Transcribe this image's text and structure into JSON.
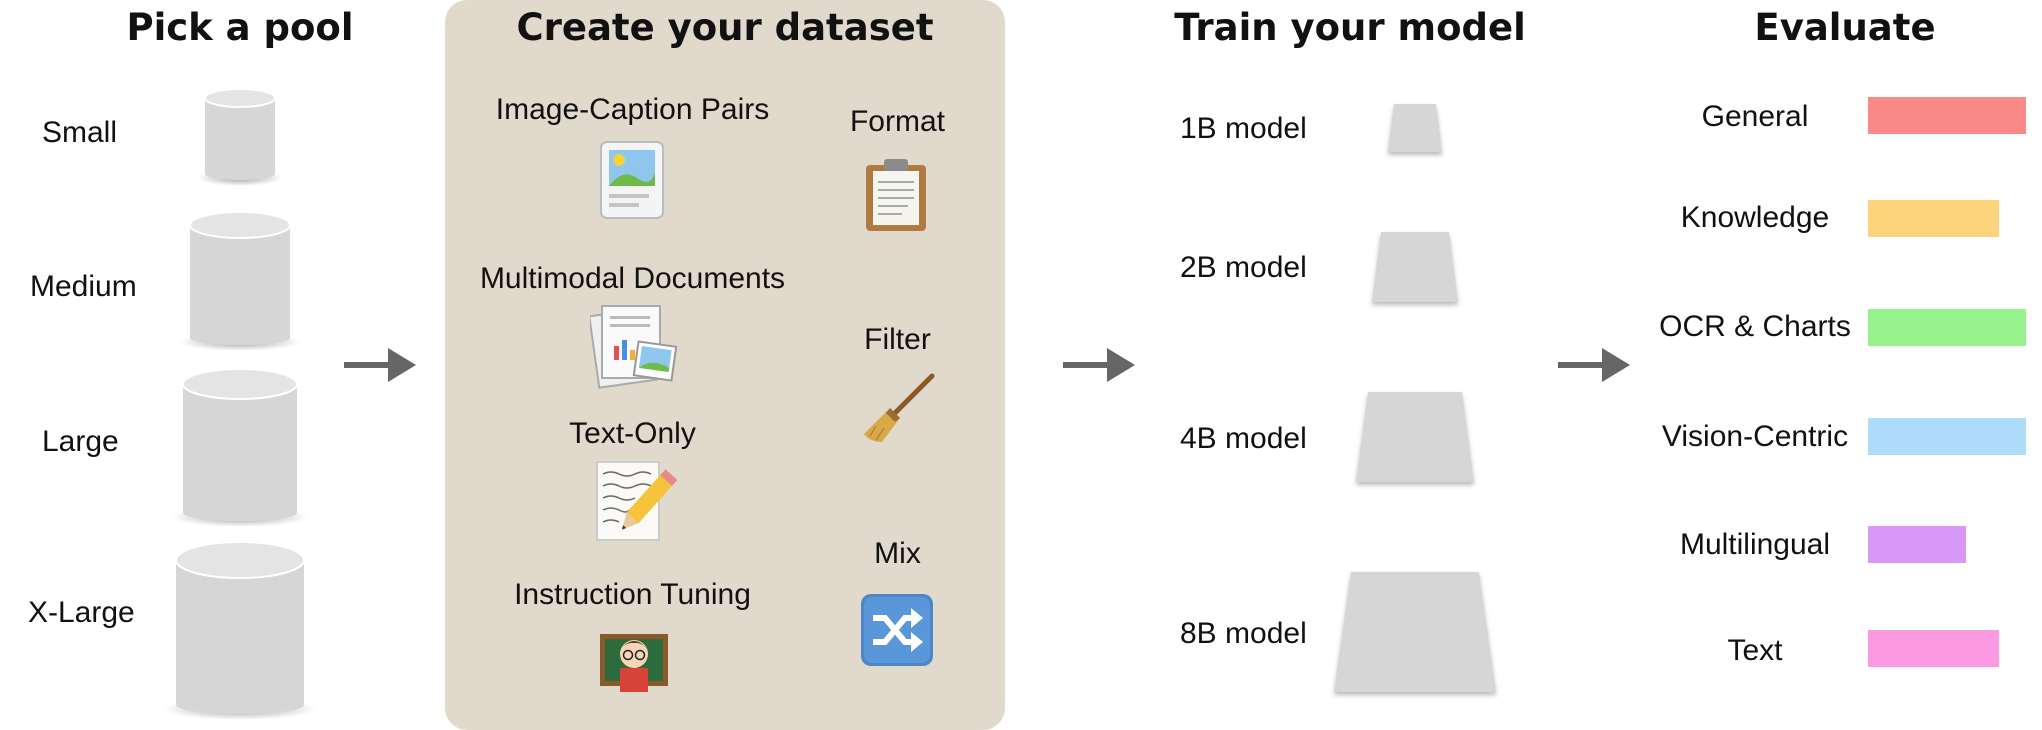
{
  "sections": {
    "pool": "Pick a pool",
    "dataset": "Create your dataset",
    "train": "Train your model",
    "evaluate": "Evaluate"
  },
  "pools": [
    "Small",
    "Medium",
    "Large",
    "X-Large"
  ],
  "dataset_types": [
    "Image-Caption Pairs",
    "Multimodal Documents",
    "Text-Only",
    "Instruction Tuning"
  ],
  "dataset_steps": [
    "Format",
    "Filter",
    "Mix"
  ],
  "models": [
    "1B model",
    "2B model",
    "4B model",
    "8B model"
  ],
  "evals": [
    {
      "label": "General",
      "color": "#fa8a87",
      "value": 1.0
    },
    {
      "label": "Knowledge",
      "color": "#fdd37c",
      "value": 0.83
    },
    {
      "label": "OCR & Charts",
      "color": "#98f28e",
      "value": 1.0
    },
    {
      "label": "Vision-Centric",
      "color": "#aedcfa",
      "value": 1.0
    },
    {
      "label": "Multilingual",
      "color": "#d898f7",
      "value": 0.62
    },
    {
      "label": "Text",
      "color": "#fb99e2",
      "value": 0.83
    }
  ],
  "colors": {
    "panel": "#e1d9cb",
    "shape": "#d6d6d6",
    "arrow": "#666666"
  }
}
